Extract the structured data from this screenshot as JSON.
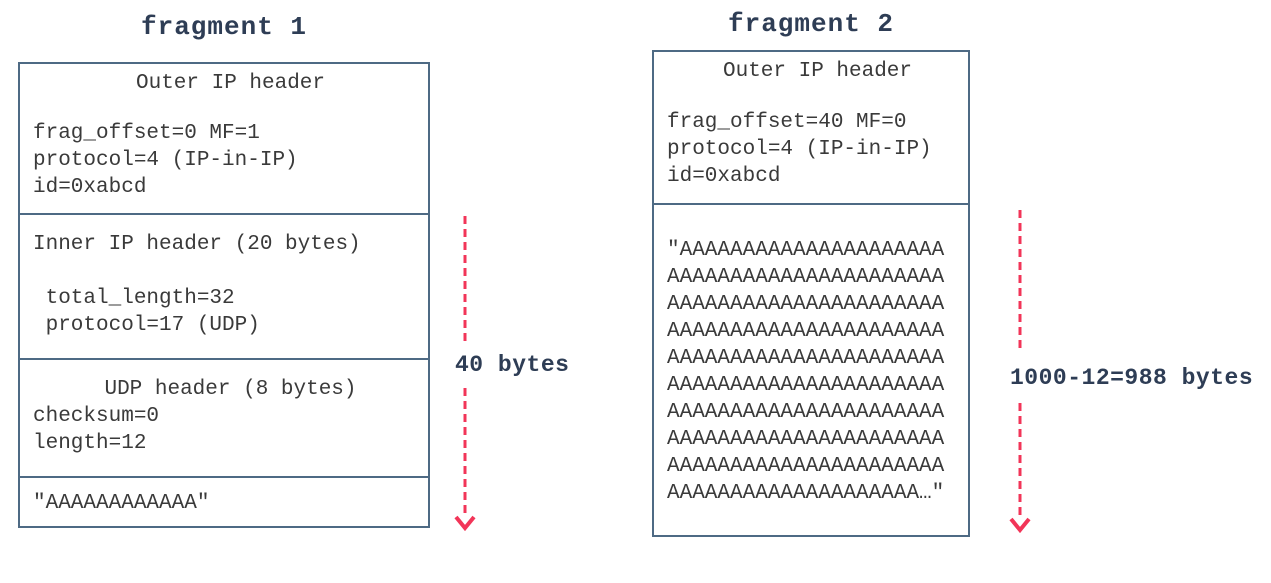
{
  "colors": {
    "background": "#ffffff",
    "box_border": "#4e6a84",
    "body_text": "#3a3a3a",
    "title_text": "#2e3d55",
    "arrow": "#f23558"
  },
  "fragment1": {
    "title": "fragment 1",
    "outer_header": {
      "heading": "Outer IP header",
      "fields": "frag_offset=0 MF=1\nprotocol=4 (IP-in-IP)\nid=0xabcd"
    },
    "inner_header": {
      "fields": "Inner IP header (20 bytes)\n\n total_length=32\n protocol=17 (UDP)"
    },
    "udp_header": {
      "heading": "UDP header (8 bytes)",
      "fields": "checksum=0\nlength=12"
    },
    "payload": "\"AAAAAAAAAAAA\"",
    "size_label": "40 bytes"
  },
  "fragment2": {
    "title": "fragment 2",
    "outer_header": {
      "heading": "Outer IP header",
      "fields": "frag_offset=40 MF=0\nprotocol=4 (IP-in-IP)\nid=0xabcd"
    },
    "payload": "\"AAAAAAAAAAAAAAAAAAAAA\nAAAAAAAAAAAAAAAAAAAAAA\nAAAAAAAAAAAAAAAAAAAAAA\nAAAAAAAAAAAAAAAAAAAAAA\nAAAAAAAAAAAAAAAAAAAAAA\nAAAAAAAAAAAAAAAAAAAAAA\nAAAAAAAAAAAAAAAAAAAAAA\nAAAAAAAAAAAAAAAAAAAAAA\nAAAAAAAAAAAAAAAAAAAAAA\nAAAAAAAAAAAAAAAAAAAA…\"",
    "size_label": "1000-12=988 bytes"
  }
}
